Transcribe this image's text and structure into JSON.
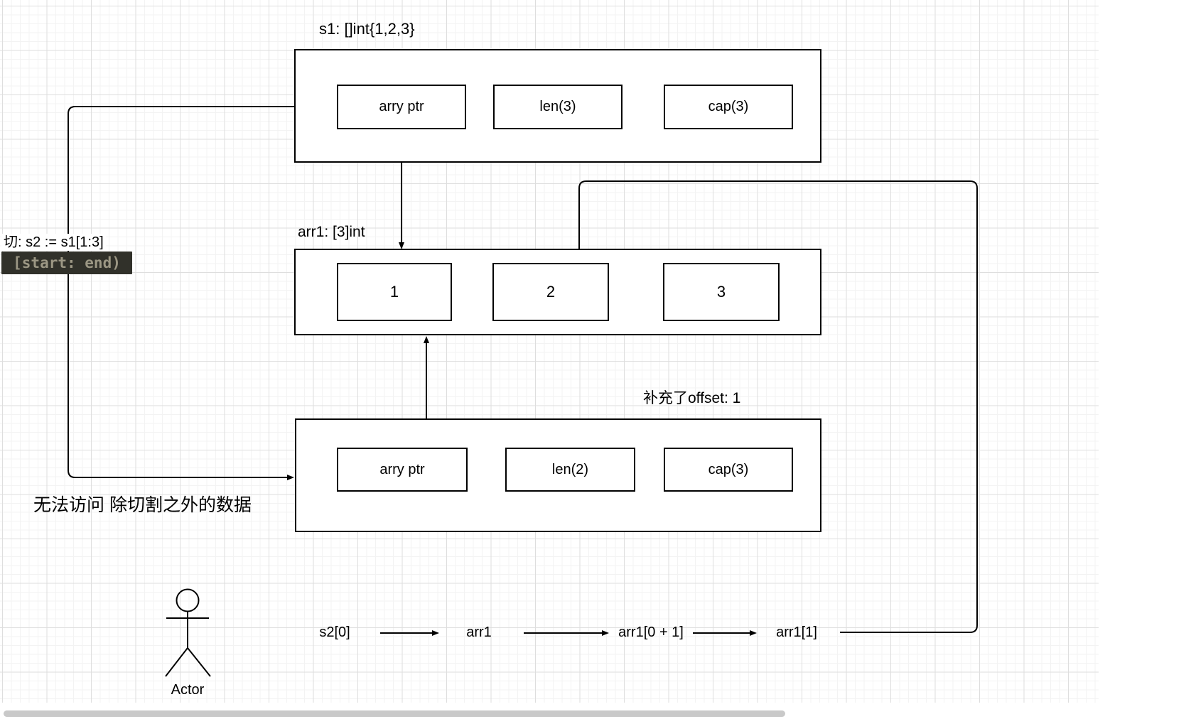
{
  "diagram": {
    "slice_header": {
      "label": "s1: []int{1,2,3}"
    },
    "s1_box": {
      "cells": [
        "arry ptr",
        "len(3)",
        "cap(3)"
      ]
    },
    "arr1_header": {
      "label": "arr1: [3]int"
    },
    "arr1_box": {
      "cells": [
        "1",
        "2",
        "3"
      ]
    },
    "s2_box": {
      "cells": [
        "arry ptr",
        "len(2)",
        "cap(3)"
      ],
      "offset_note": "补充了offset: 1"
    },
    "slice_note": {
      "label": "切: s2 := s1[1:3]",
      "code": "[start: end)"
    },
    "no_access_note": "无法访问 除切割之外的数据",
    "actor": {
      "label": "Actor"
    },
    "flow": {
      "steps": [
        "s2[0]",
        "arr1",
        "arr1[0 + 1]",
        "arr1[1]"
      ]
    },
    "colors": {
      "stroke": "#000000",
      "code_bg": "#31312A",
      "code_fg": "#9C9784"
    }
  }
}
